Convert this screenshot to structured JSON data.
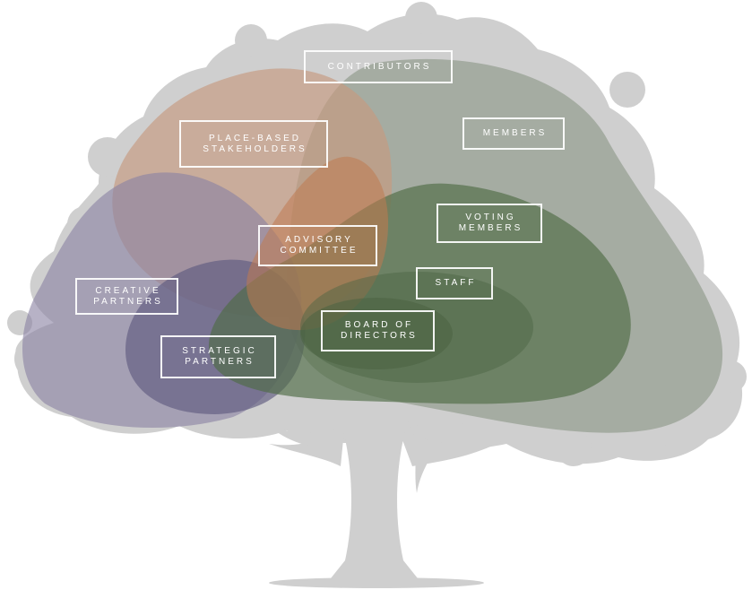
{
  "labels": {
    "contributors": [
      "CONTRIBUTORS"
    ],
    "members": [
      "MEMBERS"
    ],
    "place_based_stakeholders": [
      "PLACE-BASED",
      "STAKEHOLDERS"
    ],
    "voting_members": [
      "VOTING",
      "MEMBERS"
    ],
    "advisory_committee": [
      "ADVISORY",
      "COMMITTEE"
    ],
    "staff": [
      "STAFF"
    ],
    "creative_partners": [
      "CREATIVE",
      "PARTNERS"
    ],
    "board_of_directors": [
      "BOARD OF",
      "DIRECTORS"
    ],
    "strategic_partners": [
      "STRATEGIC",
      "PARTNERS"
    ]
  },
  "colors": {
    "tree": "#cfcfcf",
    "contributors_blob": "#8f9a8a",
    "place_based_blob": "#c69a80",
    "creative_blob": "#8a82a3",
    "strategic_blob": "#5f5a80",
    "voting_blob": "#4f6b45",
    "advisory_blob": "#c07a50",
    "board_blob": "#4a6342",
    "label_border": "#ffffff"
  },
  "icons": {
    "background": "tree-silhouette-icon"
  }
}
